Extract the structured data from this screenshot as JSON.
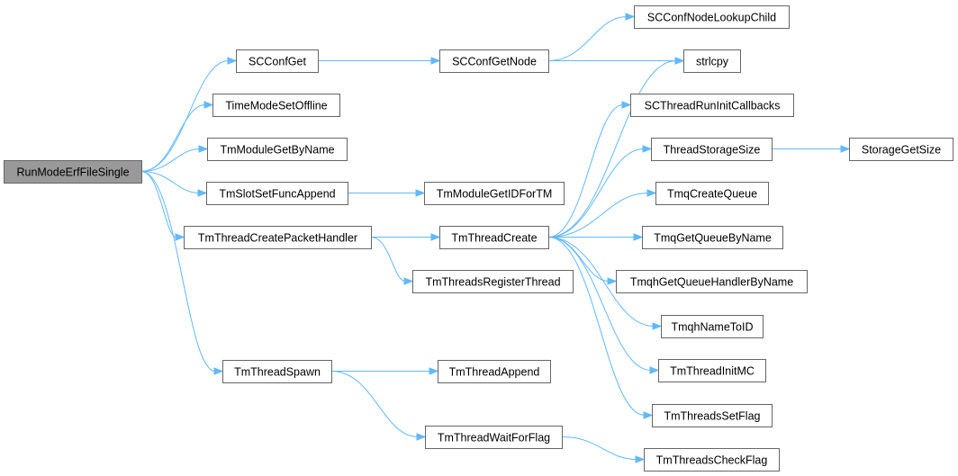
{
  "graph": {
    "colors": {
      "edge": "#63b8ff",
      "root_fill": "#999999",
      "node_border": "#666666",
      "node_fill": "#ffffff"
    },
    "nodes": [
      {
        "id": "RunModeErfFileSingle",
        "label": "RunModeErfFileSingle",
        "root": true
      },
      {
        "id": "SCConfGet",
        "label": "SCConfGet"
      },
      {
        "id": "TimeModeSetOffline",
        "label": "TimeModeSetOffline"
      },
      {
        "id": "TmModuleGetByName",
        "label": "TmModuleGetByName"
      },
      {
        "id": "TmSlotSetFuncAppend",
        "label": "TmSlotSetFuncAppend"
      },
      {
        "id": "TmThreadCreatePacketHandler",
        "label": "TmThreadCreatePacketHandler"
      },
      {
        "id": "TmThreadSpawn",
        "label": "TmThreadSpawn"
      },
      {
        "id": "SCConfGetNode",
        "label": "SCConfGetNode"
      },
      {
        "id": "TmModuleGetIDForTM",
        "label": "TmModuleGetIDForTM"
      },
      {
        "id": "TmThreadCreate",
        "label": "TmThreadCreate"
      },
      {
        "id": "TmThreadsRegisterThread",
        "label": "TmThreadsRegisterThread"
      },
      {
        "id": "TmThreadAppend",
        "label": "TmThreadAppend"
      },
      {
        "id": "TmThreadWaitForFlag",
        "label": "TmThreadWaitForFlag"
      },
      {
        "id": "SCConfNodeLookupChild",
        "label": "SCConfNodeLookupChild"
      },
      {
        "id": "strlcpy",
        "label": "strlcpy"
      },
      {
        "id": "SCThreadRunInitCallbacks",
        "label": "SCThreadRunInitCallbacks"
      },
      {
        "id": "ThreadStorageSize",
        "label": "ThreadStorageSize"
      },
      {
        "id": "TmqCreateQueue",
        "label": "TmqCreateQueue"
      },
      {
        "id": "TmqGetQueueByName",
        "label": "TmqGetQueueByName"
      },
      {
        "id": "TmqhGetQueueHandlerByName",
        "label": "TmqhGetQueueHandlerByName"
      },
      {
        "id": "TmqhNameToID",
        "label": "TmqhNameToID"
      },
      {
        "id": "TmThreadInitMC",
        "label": "TmThreadInitMC"
      },
      {
        "id": "TmThreadsSetFlag",
        "label": "TmThreadsSetFlag"
      },
      {
        "id": "TmThreadsCheckFlag",
        "label": "TmThreadsCheckFlag"
      },
      {
        "id": "StorageGetSize",
        "label": "StorageGetSize"
      }
    ],
    "edges": [
      [
        "RunModeErfFileSingle",
        "SCConfGet"
      ],
      [
        "RunModeErfFileSingle",
        "TimeModeSetOffline"
      ],
      [
        "RunModeErfFileSingle",
        "TmModuleGetByName"
      ],
      [
        "RunModeErfFileSingle",
        "TmSlotSetFuncAppend"
      ],
      [
        "RunModeErfFileSingle",
        "TmThreadCreatePacketHandler"
      ],
      [
        "RunModeErfFileSingle",
        "TmThreadSpawn"
      ],
      [
        "SCConfGet",
        "SCConfGetNode"
      ],
      [
        "SCConfGetNode",
        "SCConfNodeLookupChild"
      ],
      [
        "SCConfGetNode",
        "strlcpy"
      ],
      [
        "TmSlotSetFuncAppend",
        "TmModuleGetIDForTM"
      ],
      [
        "TmThreadCreatePacketHandler",
        "TmThreadCreate"
      ],
      [
        "TmThreadCreatePacketHandler",
        "TmThreadsRegisterThread"
      ],
      [
        "TmThreadCreate",
        "strlcpy"
      ],
      [
        "TmThreadCreate",
        "SCThreadRunInitCallbacks"
      ],
      [
        "TmThreadCreate",
        "ThreadStorageSize"
      ],
      [
        "TmThreadCreate",
        "TmqCreateQueue"
      ],
      [
        "TmThreadCreate",
        "TmqGetQueueByName"
      ],
      [
        "TmThreadCreate",
        "TmqhGetQueueHandlerByName"
      ],
      [
        "TmThreadCreate",
        "TmqhNameToID"
      ],
      [
        "TmThreadCreate",
        "TmThreadInitMC"
      ],
      [
        "TmThreadCreate",
        "TmThreadsSetFlag"
      ],
      [
        "ThreadStorageSize",
        "StorageGetSize"
      ],
      [
        "TmThreadSpawn",
        "TmThreadAppend"
      ],
      [
        "TmThreadSpawn",
        "TmThreadWaitForFlag"
      ],
      [
        "TmThreadWaitForFlag",
        "TmThreadsCheckFlag"
      ]
    ]
  }
}
